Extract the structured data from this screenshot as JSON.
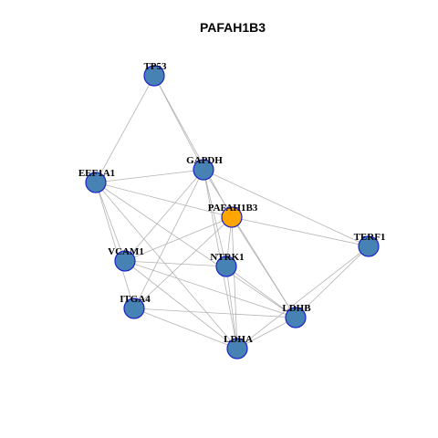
{
  "title": "PAFAH1B3",
  "colors": {
    "node_default": "#4682b4",
    "node_highlight": "#ffa500",
    "node_border": "#1a22c8",
    "edge": "#b3b3b3"
  },
  "nodes": [
    {
      "id": "TP53",
      "label": "TP53",
      "highlight": false
    },
    {
      "id": "GAPDH",
      "label": "GAPDH",
      "highlight": false
    },
    {
      "id": "EEF1A1",
      "label": "EEF1A1",
      "highlight": false
    },
    {
      "id": "PAFAH1B3",
      "label": "PAFAH1B3",
      "highlight": true
    },
    {
      "id": "TERF1",
      "label": "TERF1",
      "highlight": false
    },
    {
      "id": "VCAM1",
      "label": "VCAM1",
      "highlight": false
    },
    {
      "id": "NTRK1",
      "label": "NTRK1",
      "highlight": false
    },
    {
      "id": "ITGA4",
      "label": "ITGA4",
      "highlight": false
    },
    {
      "id": "LDHB",
      "label": "LDHB",
      "highlight": false
    },
    {
      "id": "LDHA",
      "label": "LDHA",
      "highlight": false
    }
  ],
  "edges": [
    [
      "TP53",
      "EEF1A1"
    ],
    [
      "TP53",
      "GAPDH"
    ],
    [
      "TP53",
      "PAFAH1B3"
    ],
    [
      "EEF1A1",
      "GAPDH"
    ],
    [
      "EEF1A1",
      "PAFAH1B3"
    ],
    [
      "EEF1A1",
      "VCAM1"
    ],
    [
      "EEF1A1",
      "ITGA4"
    ],
    [
      "EEF1A1",
      "LDHA"
    ],
    [
      "EEF1A1",
      "LDHB"
    ],
    [
      "GAPDH",
      "TERF1"
    ],
    [
      "GAPDH",
      "VCAM1"
    ],
    [
      "GAPDH",
      "ITGA4"
    ],
    [
      "GAPDH",
      "NTRK1"
    ],
    [
      "GAPDH",
      "LDHA"
    ],
    [
      "GAPDH",
      "LDHB"
    ],
    [
      "PAFAH1B3",
      "TERF1"
    ],
    [
      "PAFAH1B3",
      "VCAM1"
    ],
    [
      "PAFAH1B3",
      "ITGA4"
    ],
    [
      "PAFAH1B3",
      "NTRK1"
    ],
    [
      "PAFAH1B3",
      "LDHA"
    ],
    [
      "PAFAH1B3",
      "LDHB"
    ],
    [
      "TERF1",
      "LDHB"
    ],
    [
      "TERF1",
      "LDHA"
    ],
    [
      "VCAM1",
      "NTRK1"
    ],
    [
      "VCAM1",
      "LDHB"
    ],
    [
      "VCAM1",
      "LDHA"
    ],
    [
      "ITGA4",
      "LDHB"
    ],
    [
      "ITGA4",
      "LDHA"
    ],
    [
      "NTRK1",
      "LDHA"
    ],
    [
      "NTRK1",
      "LDHB"
    ],
    [
      "LDHB",
      "LDHA"
    ]
  ]
}
